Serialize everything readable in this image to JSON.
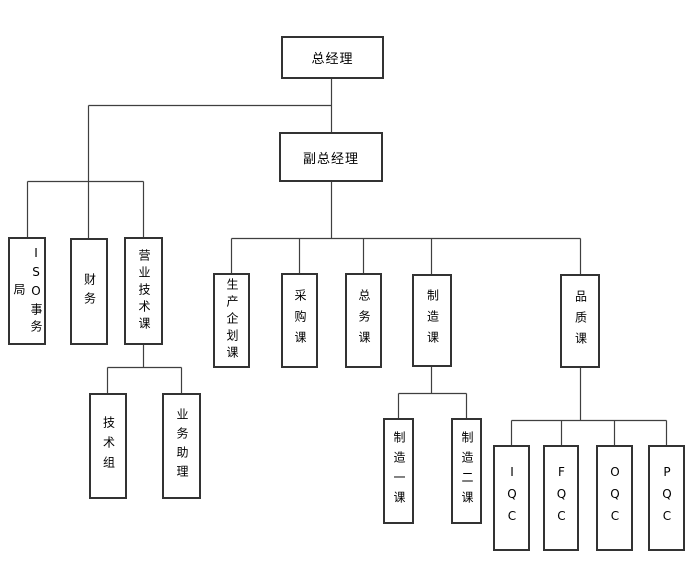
{
  "diagram": {
    "type": "organization-chart",
    "language": "zh-CN",
    "background_color": "#ffffff",
    "box_border_color": "#333333",
    "line_color": "#3f3f3f",
    "text_color": "#000000"
  },
  "nodes": {
    "general_manager": {
      "label": "总经理",
      "level": 1,
      "reports_to": null
    },
    "deputy_general_manager": {
      "label": "副总经理",
      "level": 2,
      "reports_to": "总经理"
    },
    "iso_office": {
      "label": "ISO事务局",
      "level": 3,
      "reports_to": "总经理"
    },
    "finance": {
      "label": "财务",
      "level": 3,
      "reports_to": "总经理"
    },
    "sales_tech_section": {
      "label": "营业技术课",
      "level": 3,
      "reports_to": "总经理"
    },
    "production_planning": {
      "label": "生产企划课",
      "level": 3,
      "reports_to": "副总经理"
    },
    "purchasing_section": {
      "label": "采购课",
      "level": 3,
      "reports_to": "副总经理"
    },
    "general_affairs": {
      "label": "总务课",
      "level": 3,
      "reports_to": "副总经理"
    },
    "manufacturing_section": {
      "label": "制造课",
      "level": 3,
      "reports_to": "副总经理"
    },
    "quality_section": {
      "label": "品质课",
      "level": 3,
      "reports_to": "副总经理"
    },
    "tech_group": {
      "label": "技术组",
      "level": 4,
      "reports_to": "营业技术课"
    },
    "business_assistant": {
      "label": "业务助理",
      "level": 4,
      "reports_to": "营业技术课"
    },
    "manufacturing_1": {
      "label": "制造一课",
      "level": 4,
      "reports_to": "制造课"
    },
    "manufacturing_2": {
      "label": "制造二课",
      "level": 4,
      "reports_to": "制造课"
    },
    "iqc": {
      "label": "IQC",
      "level": 4,
      "reports_to": "品质课"
    },
    "fqc": {
      "label": "FQC",
      "level": 4,
      "reports_to": "品质课"
    },
    "oqc": {
      "label": "OQC",
      "level": 4,
      "reports_to": "品质课"
    },
    "pqc": {
      "label": "PQC",
      "level": 4,
      "reports_to": "品质课"
    }
  }
}
